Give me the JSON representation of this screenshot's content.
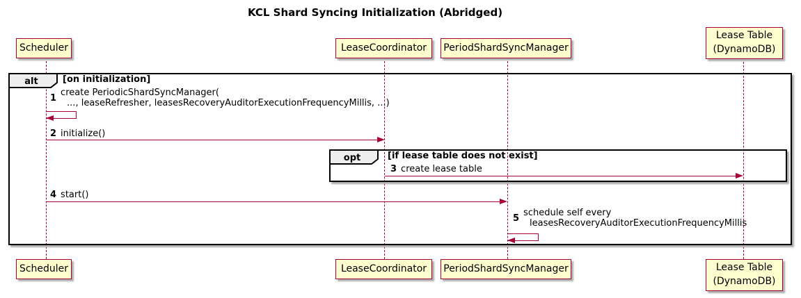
{
  "title": "KCL Shard Syncing Initialization (Abridged)",
  "participants": [
    {
      "name": "Scheduler"
    },
    {
      "name": "LeaseCoordinator"
    },
    {
      "name": "PeriodShardSyncManager"
    },
    {
      "name": "Lease Table",
      "sub": "(DynamoDB)"
    }
  ],
  "frames": {
    "alt": {
      "operator": "alt",
      "guard": "[on initialization]"
    },
    "opt": {
      "operator": "opt",
      "guard": "[if lease table does not exist]"
    }
  },
  "messages": [
    {
      "num": "1",
      "line1": "create PeriodicShardSyncManager(",
      "line2": "..., leaseRefresher, leasesRecoveryAuditorExecutionFrequencyMillis, ...)",
      "from": "Scheduler",
      "to": "Scheduler",
      "type": "self"
    },
    {
      "num": "2",
      "text": "initialize()",
      "from": "Scheduler",
      "to": "LeaseCoordinator",
      "type": "sync"
    },
    {
      "num": "3",
      "text": "create lease table",
      "from": "LeaseCoordinator",
      "to": "Lease Table (DynamoDB)",
      "type": "sync"
    },
    {
      "num": "4",
      "text": "start()",
      "from": "Scheduler",
      "to": "PeriodShardSyncManager",
      "type": "sync"
    },
    {
      "num": "5",
      "line1": "schedule self every",
      "line2": "leasesRecoveryAuditorExecutionFrequencyMillis",
      "from": "PeriodShardSyncManager",
      "to": "PeriodShardSyncManager",
      "type": "self"
    }
  ],
  "colors": {
    "participant_fill": "#FEFECE",
    "participant_border": "#A80036",
    "arrow_line": "#A80036",
    "lifeline": "#A80036",
    "frame_border": "#000000",
    "operator_fill": "#EEEEEE",
    "text": "#000000",
    "background": "#FFFFFF"
  }
}
